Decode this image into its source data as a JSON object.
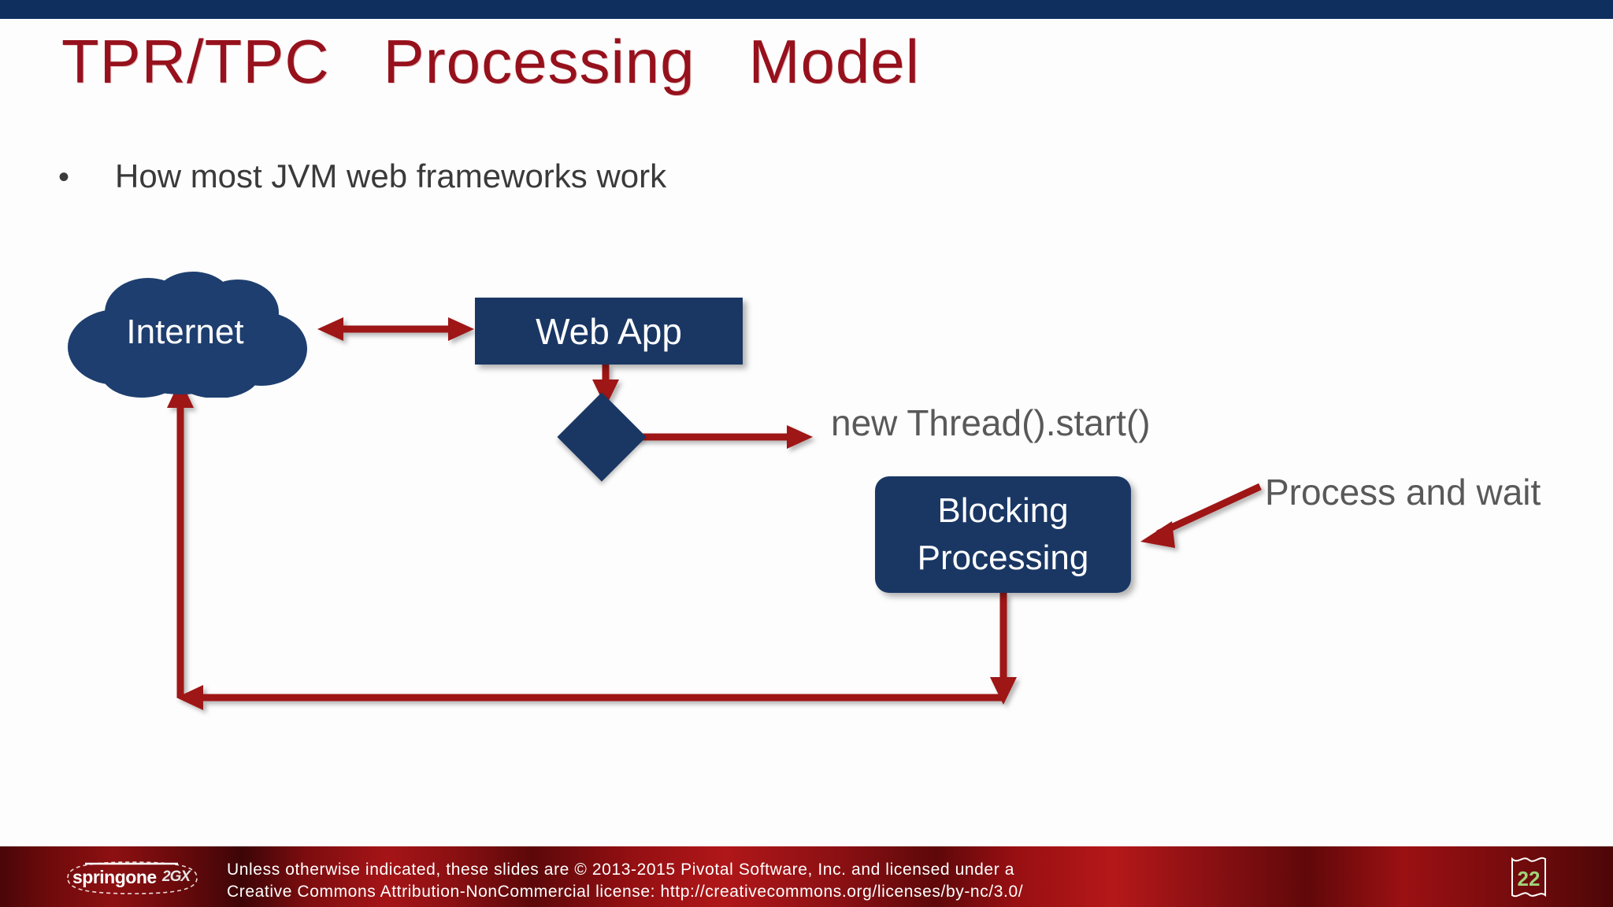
{
  "slide": {
    "title": "TPR/TPC   Processing   Model",
    "bullet_marker": "•",
    "bullet_text": "How most JVM web frameworks work"
  },
  "diagram": {
    "type": "flow",
    "nodes": [
      {
        "id": "internet",
        "label": "Internet",
        "shape": "cloud",
        "fill": "#1a3764",
        "text_color": "#ffffff"
      },
      {
        "id": "webapp",
        "label": "Web App",
        "shape": "rectangle",
        "fill": "#1a3764",
        "text_color": "#ffffff"
      },
      {
        "id": "decision",
        "label": "",
        "shape": "diamond",
        "fill": "#1a3764",
        "text_color": "#ffffff"
      },
      {
        "id": "blocking",
        "label_line1": "Blocking",
        "label_line2": "Processing",
        "shape": "rounded-rectangle",
        "fill": "#1a3764",
        "text_color": "#ffffff"
      }
    ],
    "annotations": [
      {
        "id": "thread-call",
        "text": "new Thread().start()",
        "color": "#595959"
      },
      {
        "id": "process-wait",
        "text": "Process and wait",
        "color": "#595959"
      }
    ],
    "edges": [
      {
        "from": "internet",
        "to": "webapp",
        "style": "double-arrow",
        "color": "#9e1212"
      },
      {
        "from": "webapp",
        "to": "decision",
        "style": "arrow-down",
        "color": "#9e1212"
      },
      {
        "from": "decision",
        "to": "thread-call",
        "style": "arrow-right",
        "color": "#9e1212"
      },
      {
        "from": "process-wait",
        "to": "blocking",
        "style": "arrow-diagonal-left",
        "color": "#9e1212"
      },
      {
        "from": "blocking",
        "to": "internet",
        "style": "elbow-return",
        "color": "#9e1212"
      }
    ]
  },
  "colors": {
    "top_band": "#0f2f5e",
    "title": "#96111c",
    "navy": "#1a3764",
    "red_arrow": "#9e1212",
    "body_text": "#3a3a3a",
    "annotation_text": "#595959",
    "footer_red": "#8d1012",
    "page_number": "#9fd47a"
  },
  "footer": {
    "logo_text": "springone",
    "logo_mark": "2GX",
    "line1": "Unless otherwise indicated, these slides are © 2013-2015 Pivotal Software, Inc. and licensed under a",
    "line2": "Creative Commons Attribution-NonCommercial license: http://creativecommons.org/licenses/by-nc/3.0/",
    "page_number": "22"
  }
}
